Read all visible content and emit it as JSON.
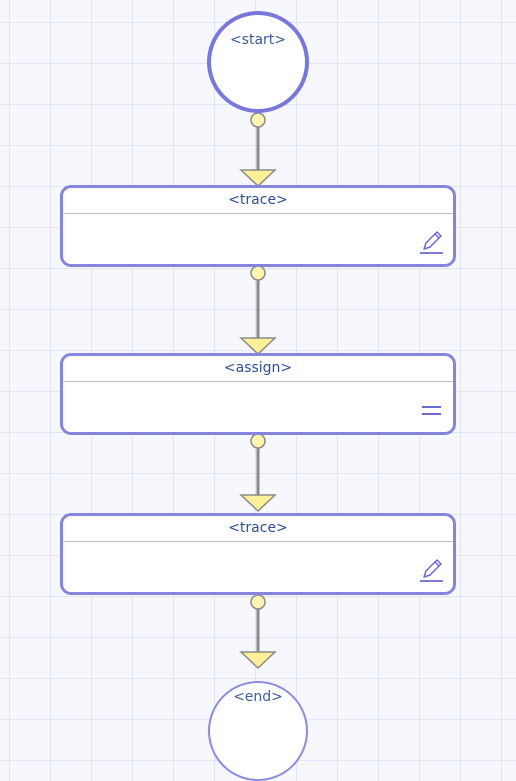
{
  "diagram": {
    "start_label": "<start>",
    "end_label": "<end>",
    "nodes": [
      {
        "label": "<trace>",
        "icon": "pencil-icon"
      },
      {
        "label": "<assign>",
        "icon": "equals-icon"
      },
      {
        "label": "<trace>",
        "icon": "pencil-icon"
      }
    ]
  },
  "colors": {
    "node_border": "#8585de",
    "title_text": "#2f4f9a",
    "connector_dot": "#fff4b0",
    "arrow_fill": "#ffef99",
    "edge": "#8a8a8a"
  }
}
